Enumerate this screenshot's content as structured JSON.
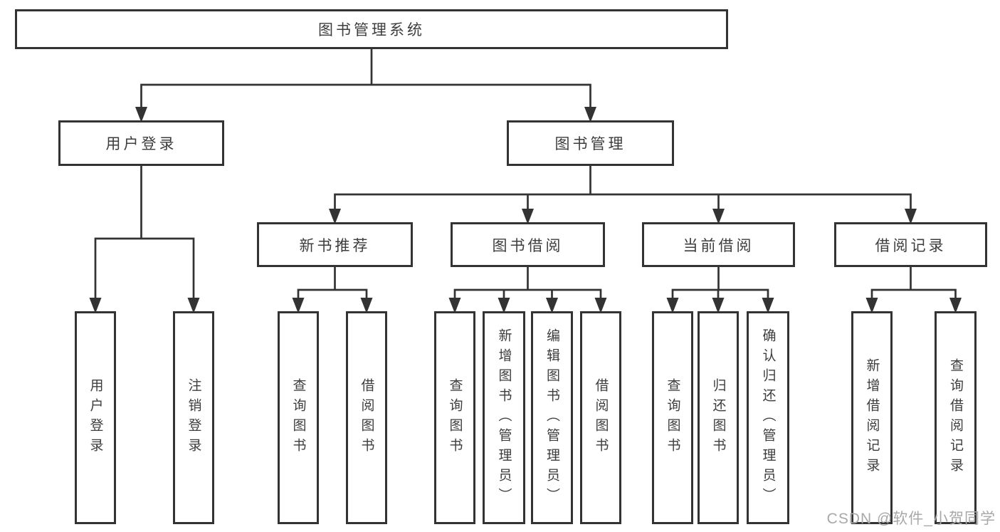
{
  "diagram": {
    "title": "图书管理系统",
    "watermark": "CSDN @软件_小贺同学",
    "colors": {
      "line": "#333333",
      "box_border": "#333333",
      "text": "#3d3d3d",
      "background": "#ffffff",
      "watermark": "#a8a8a8"
    },
    "nodes": [
      {
        "id": "root",
        "label": "图书管理系统",
        "children": [
          "user-login",
          "book-mgmt"
        ]
      },
      {
        "id": "user-login",
        "label": "用户登录",
        "children": [
          "leaf-user-login",
          "leaf-logout"
        ]
      },
      {
        "id": "book-mgmt",
        "label": "图书管理",
        "children": [
          "new-book-rec",
          "book-borrow",
          "current-borrow",
          "borrow-record"
        ]
      },
      {
        "id": "new-book-rec",
        "label": "新书推荐",
        "children": [
          "leaf-query-book-rec",
          "leaf-borrow-book-rec"
        ]
      },
      {
        "id": "book-borrow",
        "label": "图书借阅",
        "children": [
          "leaf-query-book-borrow",
          "leaf-add-book",
          "leaf-edit-book",
          "leaf-borrow-book"
        ]
      },
      {
        "id": "current-borrow",
        "label": "当前借阅",
        "children": [
          "leaf-query-book-current",
          "leaf-return-book",
          "leaf-confirm-return"
        ]
      },
      {
        "id": "borrow-record",
        "label": "借阅记录",
        "children": [
          "leaf-add-borrow-record",
          "leaf-query-borrow-record"
        ]
      },
      {
        "id": "leaf-user-login",
        "label": "用户登录",
        "children": []
      },
      {
        "id": "leaf-logout",
        "label": "注销登录",
        "children": []
      },
      {
        "id": "leaf-query-book-rec",
        "label": "查询图书",
        "children": []
      },
      {
        "id": "leaf-borrow-book-rec",
        "label": "借阅图书",
        "children": []
      },
      {
        "id": "leaf-query-book-borrow",
        "label": "查询图书",
        "children": []
      },
      {
        "id": "leaf-add-book",
        "label": "新增图书（管理员）",
        "children": []
      },
      {
        "id": "leaf-edit-book",
        "label": "编辑图书（管理员）",
        "children": []
      },
      {
        "id": "leaf-borrow-book",
        "label": "借阅图书",
        "children": []
      },
      {
        "id": "leaf-query-book-current",
        "label": "查询图书",
        "children": []
      },
      {
        "id": "leaf-return-book",
        "label": "归还图书",
        "children": []
      },
      {
        "id": "leaf-confirm-return",
        "label": "确认归还（管理员）",
        "children": []
      },
      {
        "id": "leaf-add-borrow-record",
        "label": "新增借阅记录",
        "children": []
      },
      {
        "id": "leaf-query-borrow-record",
        "label": "查询借阅记录",
        "children": []
      }
    ]
  }
}
